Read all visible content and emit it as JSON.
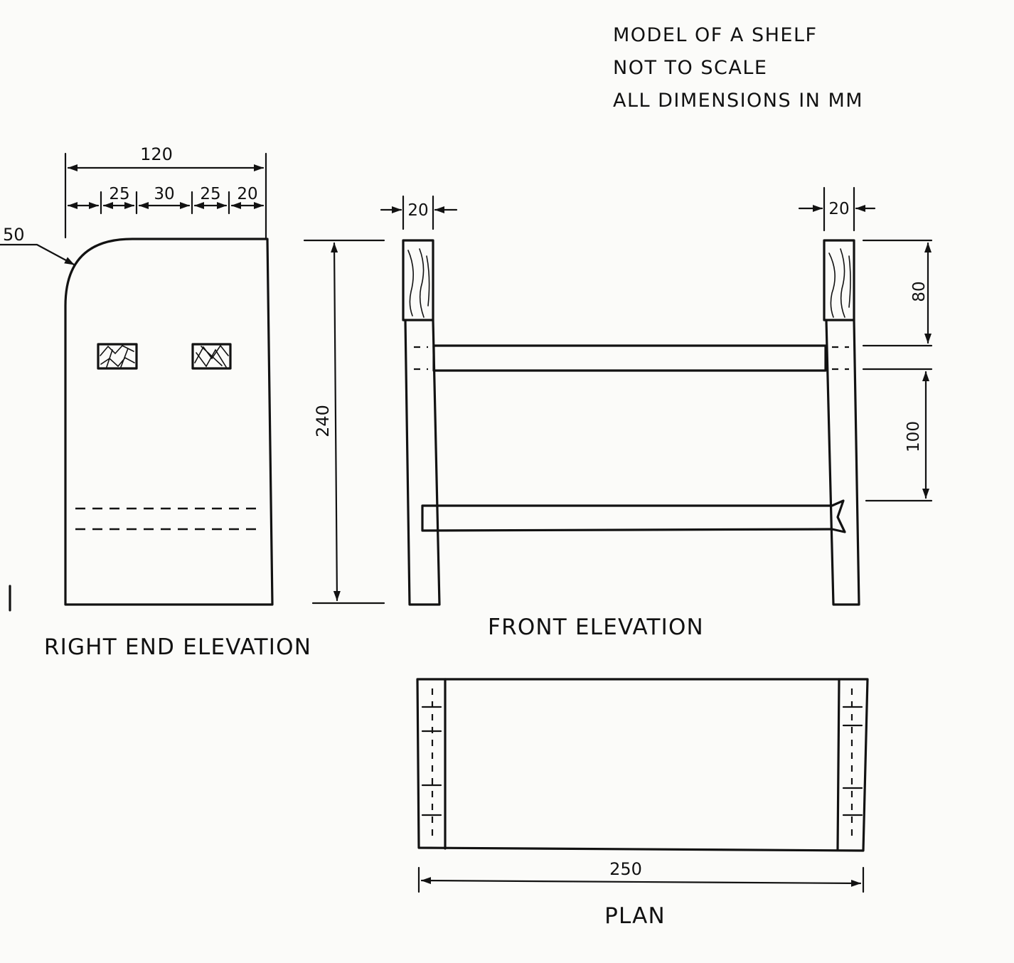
{
  "notes": {
    "line1": "MODEL OF A SHELF",
    "line2": "NOT TO SCALE",
    "line3": "ALL DIMENSIONS IN MM"
  },
  "views": {
    "right_end": {
      "title": "RIGHT END ELEVATION",
      "dim_overall_width": "120",
      "dim_seg_1": "25",
      "dim_seg_2": "30",
      "dim_seg_3": "25",
      "dim_seg_4": "20",
      "dim_radius": "50"
    },
    "front": {
      "title": "FRONT ELEVATION",
      "dim_height": "240",
      "dim_left_thickness": "20",
      "dim_right_thickness": "20",
      "dim_top_gap": "80",
      "dim_shelf_spacing": "100"
    },
    "plan": {
      "title": "PLAN",
      "dim_length": "250"
    }
  },
  "colors": {
    "paper": "#fbfbf9",
    "ink": "#121212"
  }
}
